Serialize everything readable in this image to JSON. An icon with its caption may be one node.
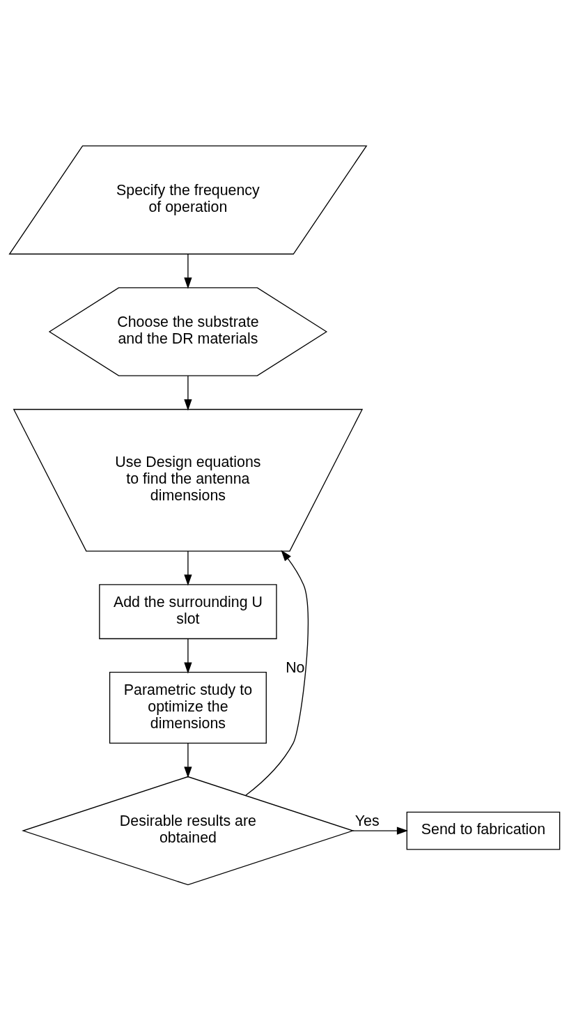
{
  "diagram": {
    "nodes": [
      {
        "text": [
          "Specify the frequency of operation"
        ]
      },
      {
        "text": [
          "Choose the substrate and the DR materials"
        ]
      },
      {
        "text": [
          "Use Design equations to find the antenna dimensions"
        ]
      },
      {
        "text": [
          "Add the surrounding U slot"
        ]
      },
      {
        "text": [
          "Parametric study to optimize the dimensions"
        ]
      },
      {
        "text": [
          "Desirable results are obtained"
        ]
      },
      {
        "text": [
          "Send to fabrication"
        ]
      }
    ],
    "edges": [
      {
        "from": 0,
        "to": 1,
        "arrow": "to"
      },
      {
        "from": 1,
        "to": 2,
        "arrow": "to"
      },
      {
        "from": 2,
        "to": 3,
        "arrow": "to"
      },
      {
        "from": 3,
        "to": 4,
        "arrow": "to"
      },
      {
        "from": 4,
        "to": 5,
        "arrow": "to"
      },
      {
        "from": 5,
        "to": 2,
        "arrow": "to",
        "label": "No"
      },
      {
        "from": 5,
        "to": 6,
        "arrow": "to",
        "label": "Yes"
      }
    ]
  }
}
